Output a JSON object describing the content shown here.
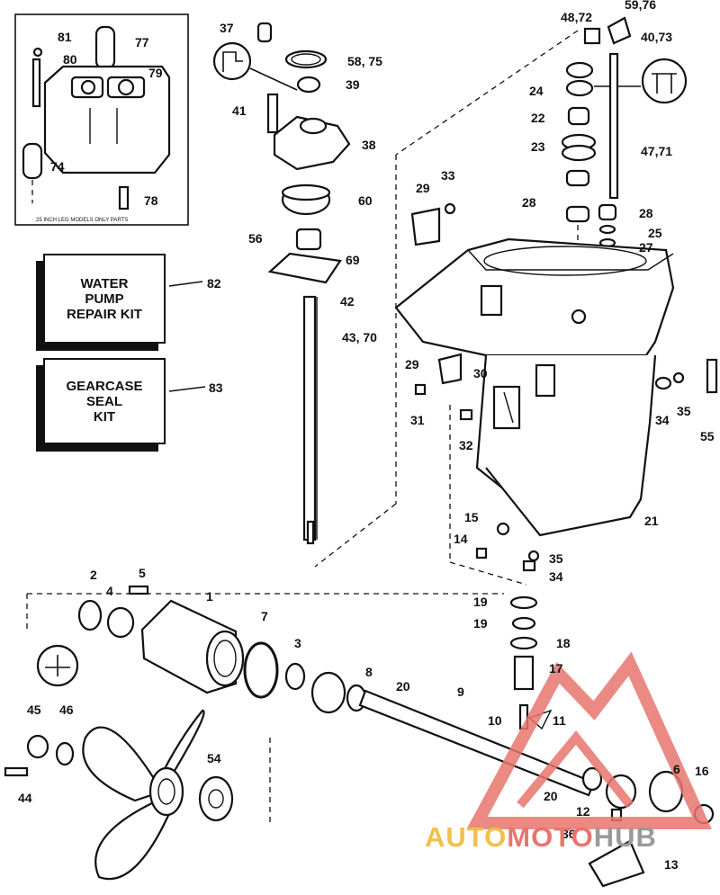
{
  "diagram": {
    "kits": {
      "water_pump": "WATER\nPUMP\nREPAIR KIT",
      "gearcase_seal": "GEARCASE\nSEAL\nKIT"
    },
    "inset_note": "25 INCH LEG MODELS ONLY PARTS",
    "watermark": {
      "part1": "AUTO",
      "part2": "MOTO",
      "part3": "HUB",
      "color1": "#f2c04a",
      "color2": "#e8756e",
      "color3": "#9a9a9a"
    },
    "labels": {
      "l81": "81",
      "l80": "80",
      "l77": "77",
      "l79": "79",
      "l74": "74",
      "l78": "78",
      "l82": "82",
      "l83": "83",
      "l37": "37",
      "l5875a": "58, 75",
      "l39": "39",
      "l41": "41",
      "l38": "38",
      "l60": "60",
      "l56": "56",
      "l69": "69",
      "l42": "42",
      "l4370": "43, 70",
      "l4872": "48,72",
      "l5976": "59,76",
      "l4073": "40,73",
      "l24": "24",
      "l22": "22",
      "l23": "23",
      "l4771": "47,71",
      "l29a": "29",
      "l33": "33",
      "l28a": "28",
      "l28b": "28",
      "l25": "25",
      "l27": "27",
      "l29b": "29",
      "l30": "30",
      "l31": "31",
      "l32": "32",
      "l34a": "34",
      "l35a": "35",
      "l55": "55",
      "l21": "21",
      "l15": "15",
      "l14": "14",
      "l35b": "35",
      "l34b": "34",
      "l2": "2",
      "l5a": "5",
      "l4": "4",
      "l1": "1",
      "l7": "7",
      "l3": "3",
      "l8": "8",
      "l20a": "20",
      "l9": "9",
      "l19a": "19",
      "l19b": "19",
      "l18": "18",
      "l17": "17",
      "l10": "10",
      "l11": "11",
      "l45": "45",
      "l46": "46",
      "l44": "44",
      "l54": "54",
      "l20b": "20",
      "l6": "6",
      "l16": "16",
      "l12": "12",
      "l36": "36",
      "l13": "13"
    }
  }
}
